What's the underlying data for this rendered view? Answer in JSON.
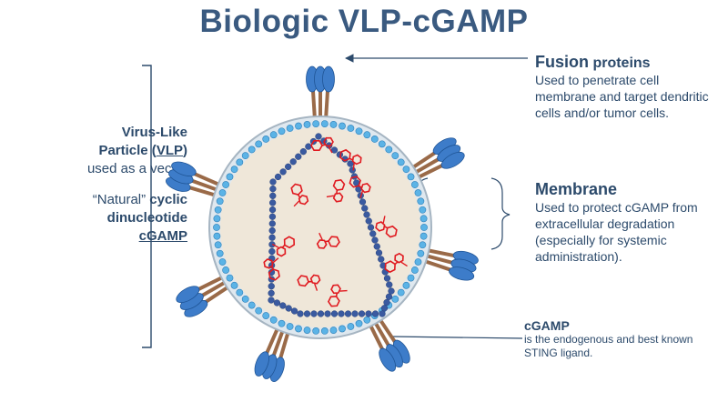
{
  "title": "Biologic VLP-cGAMP",
  "left": {
    "line1": "Virus-Like",
    "line2_pre": "Particle (",
    "line2_u": "VLP",
    "line2_post": ")",
    "line3": "used as a vector",
    "plus": "+",
    "line4_pre": "“Natural”",
    "line4_bold": " cyclic",
    "line5": "dinucleotide",
    "line6": "cGAMP"
  },
  "fusion": {
    "head_main": "Fusion",
    "head_small": " proteins",
    "body": "Used to penetrate cell membrane and target dendritic cells and/or tumor cells."
  },
  "membrane": {
    "head": "Membrane",
    "body": "Used to protect cGAMP from extracellular degradation (especially for systemic administration)."
  },
  "cgamp": {
    "head": "cGAMP",
    "body": "is the endogenous and best known STING ligand."
  },
  "colors": {
    "text": "#2c4a6b",
    "membrane_bead": "#5bb3e6",
    "capsid_bead": "#3a5aa0",
    "interior": "#efe7d9",
    "protein_stalk": "#9a6a48",
    "protein_head": "#3d7cc9",
    "molecule": "#e0191f"
  }
}
